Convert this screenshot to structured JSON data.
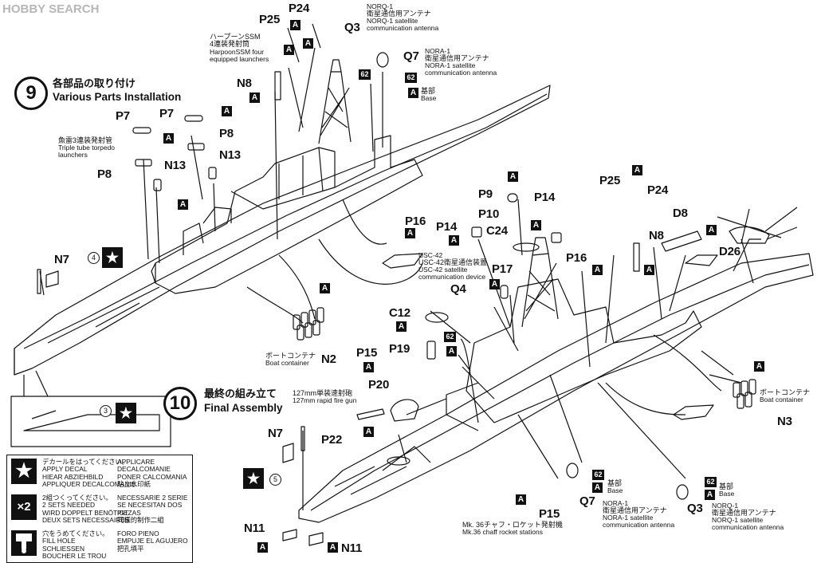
{
  "watermark": "HOBBY SEARCH",
  "step9": {
    "number": "9",
    "title_jp": "各部品の取り付け",
    "title_en": "Various Parts Installation"
  },
  "step10": {
    "number": "10",
    "title_jp": "最終の組み立て",
    "title_en": "Final Assembly"
  },
  "part_labels": [
    "P25",
    "P24",
    "Q3",
    "Q7",
    "N8",
    "P7",
    "P7",
    "P8",
    "P8",
    "N13",
    "N13",
    "N7",
    "P16",
    "P14",
    "P9",
    "P10",
    "C24",
    "P14",
    "P25",
    "P24",
    "D8",
    "N8",
    "D26",
    "P16",
    "P17",
    "Q4",
    "C12",
    "N2",
    "P15",
    "P19",
    "P20",
    "P22",
    "N7",
    "N3",
    "P15",
    "Q7",
    "Q3",
    "N11",
    "N11"
  ],
  "badge_A": "A",
  "badge_62": "62",
  "circled": [
    "4",
    "3",
    "5"
  ],
  "notes": {
    "harpoon": [
      "ハープーンSSM",
      "4連装発射筒",
      "HarpoonSSM four",
      "equipped launchers"
    ],
    "norq1_top": [
      "NORQ-1",
      "衛星通信用アンテナ",
      "NORQ-1 satellite",
      "communication antenna"
    ],
    "nora1_top": [
      "NORA-1",
      "衛星通信用アンテナ",
      "NORA-1 satellite",
      "communication antenna"
    ],
    "base_top": [
      "基部",
      "Base"
    ],
    "torpedo": [
      "魚雷3連装発射管",
      "Triple tube torpedo",
      "launchers"
    ],
    "usc42": [
      "USC-42",
      "USC-42衛星通信装置",
      "USC-42 satellite",
      "communication device"
    ],
    "boat_left": [
      "ボートコンテナ",
      "Boat container"
    ],
    "boat_right": [
      "ボートコンテナ",
      "Boat container"
    ],
    "gun": [
      "127mm単装速射砲",
      "127mm rapid fire gun"
    ],
    "chaff": [
      "Mk. 36チャフ・ロケット発射機",
      "Mk.36 chaff rocket stations"
    ],
    "base_q7": [
      "基部",
      "Base"
    ],
    "nora1_bot": [
      "NORA-1",
      "衛星通信用アンテナ",
      "NORA-1 satellite",
      "communication antenna"
    ],
    "base_q3": [
      "基部",
      "Base"
    ],
    "norq1_bot": [
      "NORQ-1",
      "衛星通信用アンテナ",
      "NORQ-1 satellite",
      "communication antenna"
    ]
  },
  "legend": {
    "decal": {
      "icon": "star-icon",
      "col1": [
        "デカールをはってください。",
        "APPLY DECAL",
        "HIEAR ABZIEHBILD",
        "APPLIQUER DECALCOMANIE"
      ],
      "col2": [
        "APPLICARE DECALCOMANIE",
        "PONER CALCOMANIA",
        "貼上水印紙"
      ]
    },
    "sets": {
      "icon_text": "×2",
      "col1": [
        "2組つくってください。",
        "2 SETS NEEDED",
        "WIRD DOPPELT BENÖTIGT",
        "DEUX SETS NECESSAIRES"
      ],
      "col2": [
        "NECESSARIE 2 SERIE",
        "SE NECESITAN DOS PIEZAS",
        "同樣的制作二組"
      ]
    },
    "hole": {
      "icon": "drill-hole-icon",
      "col1": [
        "穴をうめてください。",
        "FILL HOLE",
        "SCHLIESSEN",
        "BOUCHER LE TROU"
      ],
      "col2": [
        "FORO PIENO",
        "EMPUJE EL AGUJERO",
        "把孔填平"
      ]
    }
  },
  "colors": {
    "ink": "#111111",
    "paper": "#ffffff",
    "watermark": "#b7b7b7"
  }
}
